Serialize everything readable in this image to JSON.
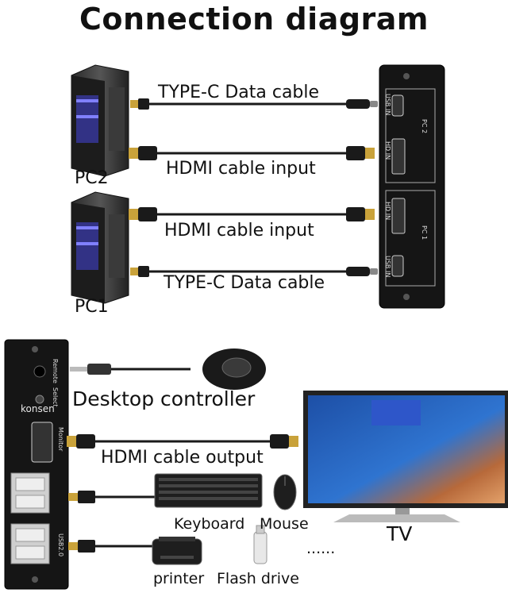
{
  "title": "Connection diagram",
  "top": {
    "pc2_label": "PC2",
    "pc1_label": "PC1",
    "cable_pc2_typec": "TYPE-C Data cable",
    "cable_pc2_hdmi": "HDMI cable input",
    "cable_pc1_hdmi": "HDMI cable input",
    "cable_pc1_typec": "TYPE-C Data cable",
    "port_usb_in": "USB IN",
    "port_hd_in": "HD IN",
    "group_pc2": "PC 2",
    "group_pc1": "PC 1"
  },
  "bottom": {
    "port_remote": "Remote",
    "port_select": "Select",
    "konsen_label": "konsen",
    "port_monitor": "Monitor",
    "port_usb2": "USB2.0",
    "desktop_controller": "Desktop controller",
    "hdmi_output": "HDMI cable output",
    "keyboard": "Keyboard",
    "mouse": "Mouse",
    "tv": "TV",
    "printer": "printer",
    "flash_drive": "Flash drive",
    "ellipsis": "......"
  },
  "colors": {
    "cable": "#1a1a1a",
    "hdmi_gold": "#c9a23a",
    "tv_screen": "#1f5fb8",
    "tv_center_block": "#2e56c9",
    "device_body": "#151515"
  }
}
